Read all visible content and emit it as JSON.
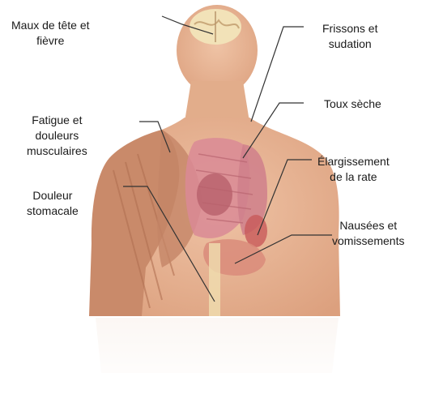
{
  "symptoms": {
    "headache": {
      "line1": "Maux de tête et",
      "line2": "fièvre"
    },
    "chills": {
      "line1": "Frissons et",
      "line2": "sudation"
    },
    "cough": {
      "line1": "Toux sèche"
    },
    "fatigue": {
      "line1": "Fatigue et",
      "line2": "douleurs",
      "line3": "musculaires"
    },
    "spleen": {
      "line1": "Élargissement",
      "line2": "de la rate"
    },
    "stomach": {
      "line1": "Douleur",
      "line2": "stomacale"
    },
    "nausea": {
      "line1": "Nausées et",
      "line2": "vomissements"
    }
  },
  "colors": {
    "skin": "#e8b594",
    "skin_shadow": "#d9a07c",
    "muscle": "#c98a6a",
    "lungs": "#d98a95",
    "brain": "#f2e2b8",
    "leader_line": "#333333",
    "reflection": "#f3e5dc"
  }
}
